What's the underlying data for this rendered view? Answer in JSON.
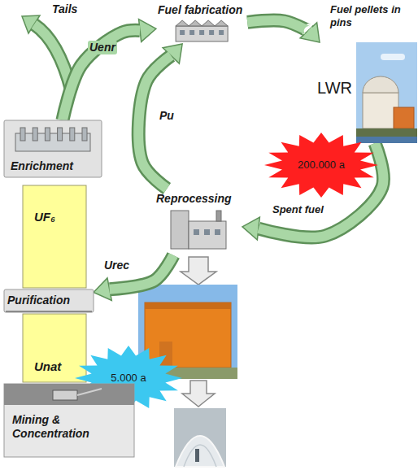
{
  "diagram": {
    "nodes": [
      {
        "text": [
          "Fuel fabrication"
        ]
      },
      {
        "text": [
          "LWR"
        ]
      },
      {
        "text": [
          "Enrichment"
        ]
      },
      {
        "text": [
          "200.000 a"
        ]
      },
      {
        "text": [
          "UF₆"
        ]
      },
      {
        "text": [
          "Reprocessing"
        ]
      },
      {
        "text": [
          "Purification"
        ]
      },
      {
        "text": [
          "Unat"
        ]
      },
      {
        "text": [
          "5.000 a"
        ]
      },
      {
        "text": [
          "Mining & Concentration"
        ]
      }
    ],
    "edges": [
      {
        "from": 2,
        "to": 0,
        "label": "Uenr",
        "arrow": "to"
      },
      {
        "from": 0,
        "to": 1,
        "label": "Fuel pellets in pins",
        "arrow": "to"
      },
      {
        "from": 1,
        "to": 5,
        "label": "Spent fuel",
        "arrow": "to"
      },
      {
        "from": 5,
        "to": 6,
        "label": "Urec",
        "arrow": "to"
      },
      {
        "from": 5,
        "to": 0,
        "label": "Pu",
        "arrow": "to"
      }
    ],
    "labels": [
      "Tails"
    ]
  }
}
